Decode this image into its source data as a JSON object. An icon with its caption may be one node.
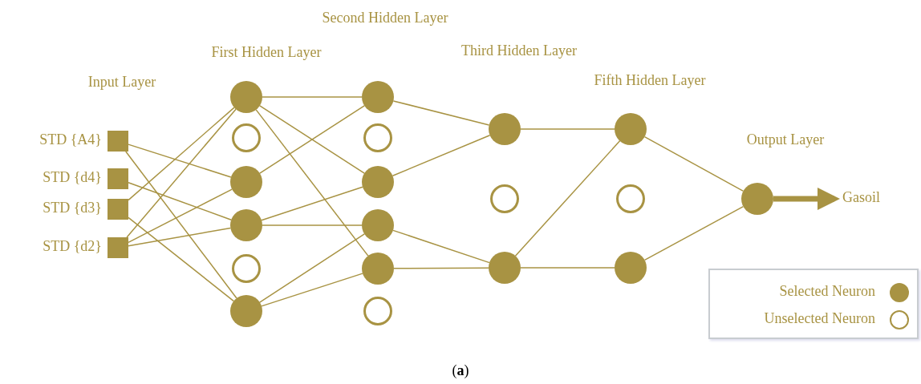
{
  "diagram": {
    "caption": "(**a**)",
    "nodes": [
      {
        "text": [],
        "shape": "box",
        "beside": [
          "STD {A4}"
        ]
      },
      {
        "text": [],
        "shape": "box",
        "beside": [
          "STD {d4}"
        ]
      },
      {
        "text": [],
        "shape": "box",
        "beside": [
          "STD {d3}"
        ]
      },
      {
        "text": [],
        "shape": "box",
        "beside": [
          "STD {d2}"
        ]
      },
      {
        "text": [],
        "shape": "circle"
      },
      {
        "text": [],
        "shape": "circle"
      },
      {
        "text": [],
        "shape": "circle"
      },
      {
        "text": [],
        "shape": "circle"
      },
      {
        "text": [],
        "shape": "circle"
      },
      {
        "text": [],
        "shape": "circle"
      },
      {
        "text": [],
        "shape": "circle"
      },
      {
        "text": [],
        "shape": "circle"
      },
      {
        "text": [],
        "shape": "circle"
      },
      {
        "text": [],
        "shape": "circle"
      },
      {
        "text": [],
        "shape": "circle"
      },
      {
        "text": [],
        "shape": "circle"
      },
      {
        "text": [],
        "shape": "circle"
      },
      {
        "text": [],
        "shape": "circle"
      },
      {
        "text": [],
        "shape": "circle"
      },
      {
        "text": [],
        "shape": "circle"
      },
      {
        "text": [],
        "shape": "circle"
      },
      {
        "text": [],
        "shape": "circle"
      },
      {
        "text": [],
        "shape": "circle"
      },
      {
        "text": [
          "Gasoil"
        ]
      }
    ],
    "edges": [
      {
        "from": 0,
        "to": 6,
        "arrow": "none"
      },
      {
        "from": 0,
        "to": 9,
        "arrow": "none"
      },
      {
        "from": 1,
        "to": 7,
        "arrow": "none"
      },
      {
        "from": 2,
        "to": 4,
        "arrow": "none"
      },
      {
        "from": 2,
        "to": 9,
        "arrow": "none"
      },
      {
        "from": 3,
        "to": 4,
        "arrow": "none"
      },
      {
        "from": 3,
        "to": 6,
        "arrow": "none"
      },
      {
        "from": 3,
        "to": 7,
        "arrow": "none"
      },
      {
        "from": 4,
        "to": 10,
        "arrow": "none"
      },
      {
        "from": 4,
        "to": 12,
        "arrow": "none"
      },
      {
        "from": 4,
        "to": 14,
        "arrow": "none"
      },
      {
        "from": 6,
        "to": 10,
        "arrow": "none"
      },
      {
        "from": 7,
        "to": 12,
        "arrow": "none"
      },
      {
        "from": 7,
        "to": 13,
        "arrow": "none"
      },
      {
        "from": 9,
        "to": 13,
        "arrow": "none"
      },
      {
        "from": 9,
        "to": 14,
        "arrow": "none"
      },
      {
        "from": 10,
        "to": 16,
        "arrow": "none"
      },
      {
        "from": 12,
        "to": 16,
        "arrow": "none"
      },
      {
        "from": 13,
        "to": 18,
        "arrow": "none"
      },
      {
        "from": 14,
        "to": 18,
        "arrow": "none"
      },
      {
        "from": 16,
        "to": 19,
        "arrow": "none"
      },
      {
        "from": 18,
        "to": 19,
        "arrow": "none"
      },
      {
        "from": 18,
        "to": 21,
        "arrow": "none"
      },
      {
        "from": 19,
        "to": 22,
        "arrow": "none"
      },
      {
        "from": 21,
        "to": 22,
        "arrow": "none"
      },
      {
        "from": 22,
        "to": 23,
        "arrow": "to",
        "style": "thick"
      }
    ],
    "labels": [
      "Input Layer",
      "First Hidden Layer",
      "Second Hidden Layer",
      "Third Hidden Layer",
      "Fifth Hidden Layer",
      "Output Layer"
    ],
    "legend": [
      {
        "text": "Selected Neuron"
      },
      {
        "text": "Unselected Neuron"
      }
    ]
  }
}
